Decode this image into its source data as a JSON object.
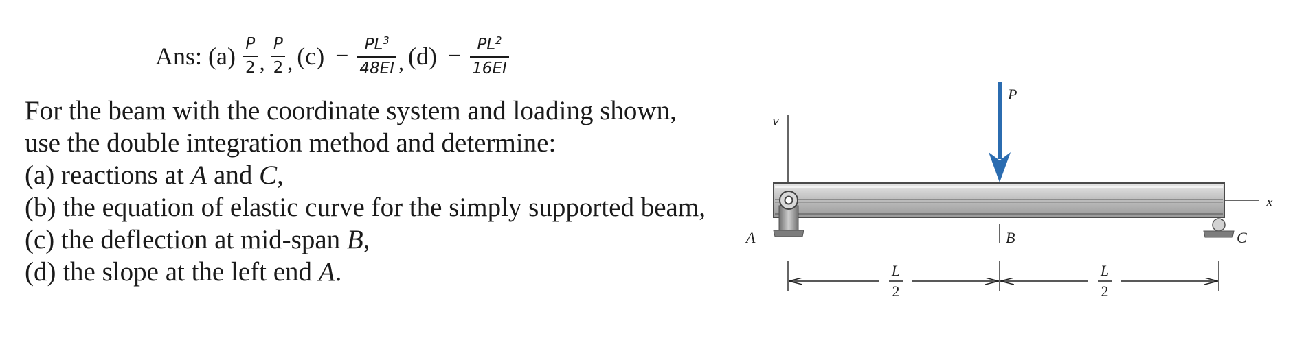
{
  "answer": {
    "prefix": "Ans: (a)",
    "a_num1": "P",
    "a_den1": "2",
    "a_num2": "P",
    "a_den2": "2",
    "label_c": "(c)",
    "c_num_base": "PL",
    "c_num_exp": "3",
    "c_den": "48EI",
    "label_d": "(d)",
    "d_num_base": "PL",
    "d_num_exp": "2",
    "d_den": "16EI",
    "minus": "−"
  },
  "problem": {
    "line1": "For the beam with the coordinate system and loading shown,",
    "line2": "use the double integration method and determine:",
    "a_pre": "(a) reactions at ",
    "a_A": "A",
    "a_mid": " and ",
    "a_C": "C",
    "a_post": ",",
    "b": "(b) the equation of elastic curve for the simply supported beam,",
    "c_pre": "(c) the deflection at mid-span ",
    "c_B": "B",
    "c_post": ",",
    "d_pre": "(d) the slope at the left end ",
    "d_A": "A",
    "d_post": "."
  },
  "figure": {
    "label_v": "v",
    "label_x": "x",
    "label_P": "P",
    "label_A": "A",
    "label_B": "B",
    "label_C": "C",
    "dim_L": "L",
    "dim_2": "2",
    "colors": {
      "beam": "#c8c8c8",
      "beam_edge": "#444444",
      "load_arrow": "#2b6cb0",
      "support": "#8a8a8a"
    }
  }
}
